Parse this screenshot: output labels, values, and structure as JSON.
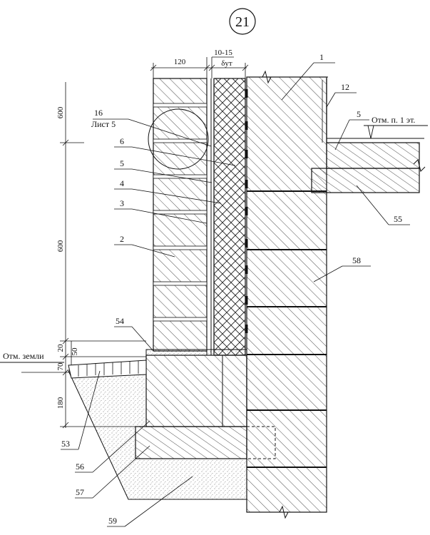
{
  "sheet_number": "21",
  "top_dimensions": {
    "brick_width": "120",
    "gap": "10-15",
    "insulation_thickness": "δут"
  },
  "vertical_dimensions": {
    "upper": "600",
    "lower": "600",
    "d20": "20",
    "d50": "50",
    "d70": "70",
    "d180": "180"
  },
  "elevations": {
    "ground": "Отм. земли",
    "floor": "Отм. п. 1 эт."
  },
  "callouts": {
    "c1": "1",
    "c2": "2",
    "c3": "3",
    "c4": "4",
    "c5a": "5",
    "c5b": "5",
    "c6": "6",
    "c12": "12",
    "c16": "16",
    "sheet_ref": "Лист 5",
    "c53": "53",
    "c54": "54",
    "c55": "55",
    "c56": "56",
    "c57": "57",
    "c58": "58",
    "c59": "59"
  }
}
